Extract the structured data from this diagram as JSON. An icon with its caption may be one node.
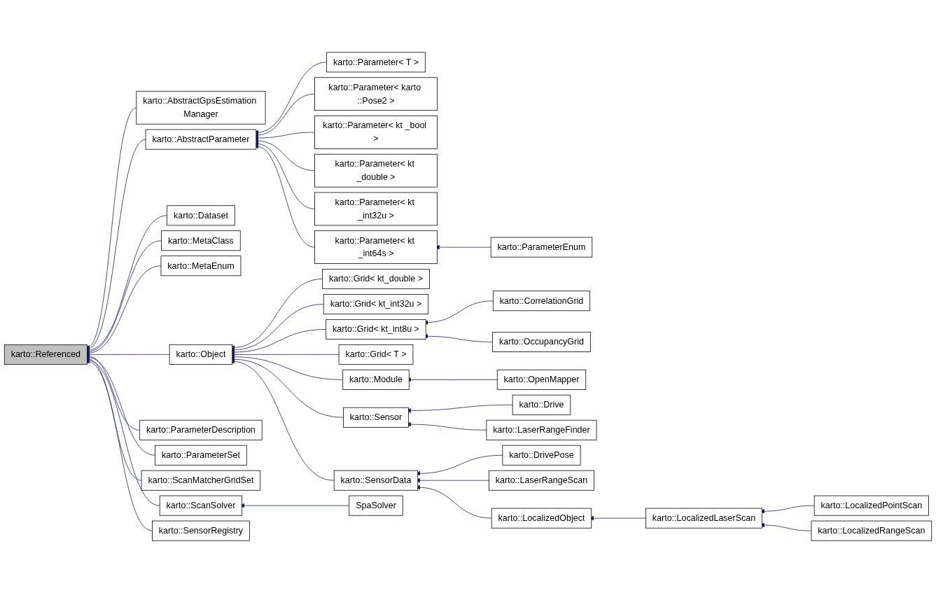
{
  "diagram": {
    "nodes": [
      {
        "text": [
          "karto::Referenced"
        ]
      },
      {
        "text": [
          "karto::AbstractGpsEstimation Manager"
        ]
      },
      {
        "text": [
          "karto::AbstractParameter"
        ]
      },
      {
        "text": [
          "karto::Dataset"
        ]
      },
      {
        "text": [
          "karto::MetaClass"
        ]
      },
      {
        "text": [
          "karto::MetaEnum"
        ]
      },
      {
        "text": [
          "karto::Object"
        ]
      },
      {
        "text": [
          "karto::ParameterDescription"
        ]
      },
      {
        "text": [
          "karto::ParameterSet"
        ]
      },
      {
        "text": [
          "karto::ScanMatcherGridSet"
        ]
      },
      {
        "text": [
          "karto::ScanSolver"
        ]
      },
      {
        "text": [
          "karto::SensorRegistry"
        ]
      },
      {
        "text": [
          "karto::Parameter< T >"
        ]
      },
      {
        "text": [
          "karto::Parameter< karto ::Pose2 >"
        ]
      },
      {
        "text": [
          "karto::Parameter< kt _bool >"
        ]
      },
      {
        "text": [
          "karto::Parameter< kt _double >"
        ]
      },
      {
        "text": [
          "karto::Parameter< kt _int32u >"
        ]
      },
      {
        "text": [
          "karto::Parameter< kt _int64s >"
        ]
      },
      {
        "text": [
          "karto::Grid< kt_double >"
        ]
      },
      {
        "text": [
          "karto::Grid< kt_int32u >"
        ]
      },
      {
        "text": [
          "karto::Grid< kt_int8u >"
        ]
      },
      {
        "text": [
          "karto::Grid< T >"
        ]
      },
      {
        "text": [
          "karto::Module"
        ]
      },
      {
        "text": [
          "karto::Sensor"
        ]
      },
      {
        "text": [
          "karto::SensorData"
        ]
      },
      {
        "text": [
          "SpaSolver"
        ]
      },
      {
        "text": [
          "karto::ParameterEnum"
        ]
      },
      {
        "text": [
          "karto::CorrelationGrid"
        ]
      },
      {
        "text": [
          "karto::OccupancyGrid"
        ]
      },
      {
        "text": [
          "karto::OpenMapper"
        ]
      },
      {
        "text": [
          "karto::Drive"
        ]
      },
      {
        "text": [
          "karto::LaserRangeFinder"
        ]
      },
      {
        "text": [
          "karto::DrivePose"
        ]
      },
      {
        "text": [
          "karto::LaserRangeScan"
        ]
      },
      {
        "text": [
          "karto::LocalizedObject"
        ]
      },
      {
        "text": [
          "karto::LocalizedLaserScan"
        ]
      },
      {
        "text": [
          "karto::LocalizedPointScan"
        ]
      },
      {
        "text": [
          "karto::LocalizedRangeScan"
        ]
      }
    ],
    "edges": [
      {
        "from": 1,
        "to": 0,
        "arrow": "to"
      },
      {
        "from": 2,
        "to": 0,
        "arrow": "to"
      },
      {
        "from": 3,
        "to": 0,
        "arrow": "to"
      },
      {
        "from": 4,
        "to": 0,
        "arrow": "to"
      },
      {
        "from": 5,
        "to": 0,
        "arrow": "to"
      },
      {
        "from": 6,
        "to": 0,
        "arrow": "to"
      },
      {
        "from": 7,
        "to": 0,
        "arrow": "to"
      },
      {
        "from": 8,
        "to": 0,
        "arrow": "to"
      },
      {
        "from": 9,
        "to": 0,
        "arrow": "to"
      },
      {
        "from": 10,
        "to": 0,
        "arrow": "to"
      },
      {
        "from": 11,
        "to": 0,
        "arrow": "to"
      },
      {
        "from": 12,
        "to": 2,
        "arrow": "to"
      },
      {
        "from": 13,
        "to": 2,
        "arrow": "to"
      },
      {
        "from": 14,
        "to": 2,
        "arrow": "to"
      },
      {
        "from": 15,
        "to": 2,
        "arrow": "to"
      },
      {
        "from": 16,
        "to": 2,
        "arrow": "to"
      },
      {
        "from": 17,
        "to": 2,
        "arrow": "to"
      },
      {
        "from": 18,
        "to": 6,
        "arrow": "to"
      },
      {
        "from": 19,
        "to": 6,
        "arrow": "to"
      },
      {
        "from": 20,
        "to": 6,
        "arrow": "to"
      },
      {
        "from": 21,
        "to": 6,
        "arrow": "to"
      },
      {
        "from": 22,
        "to": 6,
        "arrow": "to"
      },
      {
        "from": 23,
        "to": 6,
        "arrow": "to"
      },
      {
        "from": 24,
        "to": 6,
        "arrow": "to"
      },
      {
        "from": 25,
        "to": 10,
        "arrow": "to"
      },
      {
        "from": 26,
        "to": 17,
        "arrow": "to"
      },
      {
        "from": 27,
        "to": 20,
        "arrow": "to"
      },
      {
        "from": 28,
        "to": 20,
        "arrow": "to"
      },
      {
        "from": 29,
        "to": 22,
        "arrow": "to"
      },
      {
        "from": 30,
        "to": 23,
        "arrow": "to"
      },
      {
        "from": 31,
        "to": 23,
        "arrow": "to"
      },
      {
        "from": 32,
        "to": 24,
        "arrow": "to"
      },
      {
        "from": 33,
        "to": 24,
        "arrow": "to"
      },
      {
        "from": 34,
        "to": 24,
        "arrow": "to"
      },
      {
        "from": 35,
        "to": 34,
        "arrow": "to"
      },
      {
        "from": 36,
        "to": 35,
        "arrow": "to"
      },
      {
        "from": 37,
        "to": 35,
        "arrow": "to"
      }
    ]
  }
}
